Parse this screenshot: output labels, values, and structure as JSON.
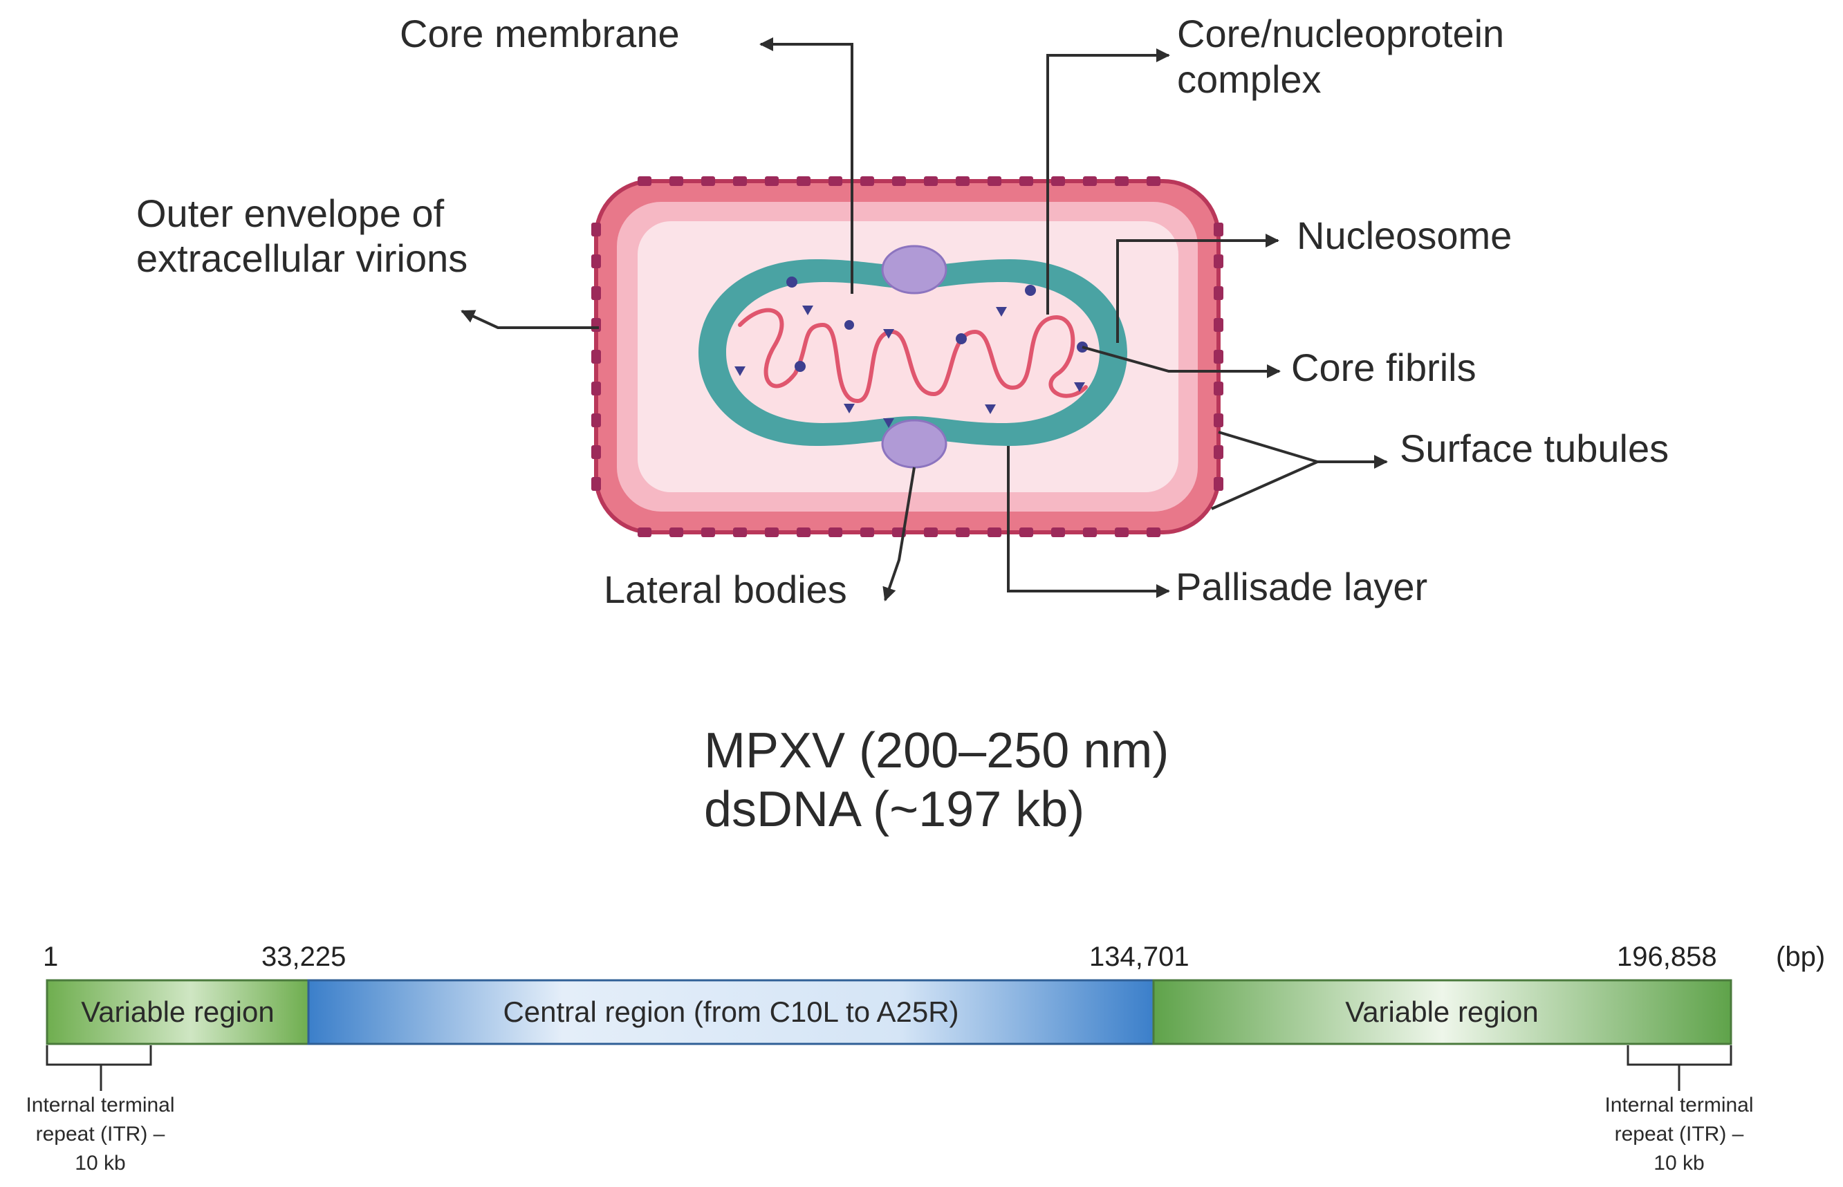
{
  "virion": {
    "labels": {
      "core_membrane": "Core membrane",
      "core_nucleoprotein_1": "Core/nucleoprotein",
      "core_nucleoprotein_2": "complex",
      "outer_envelope_1": "Outer envelope of",
      "outer_envelope_2": "extracellular virions",
      "nucleosome": "Nucleosome",
      "core_fibrils": "Core fibrils",
      "surface_tubules": "Surface tubules",
      "lateral_bodies": "Lateral bodies",
      "pallisade_layer": "Pallisade layer"
    },
    "colors": {
      "envelope_outer": "#e8788a",
      "envelope_mid": "#f6b8c4",
      "envelope_inner": "#fbe3e8",
      "tubule": "#9c2a5a",
      "palisade": "#4aa3a3",
      "core_fill": "#fcdfe4",
      "dna": "#e0566e",
      "lateral_body": "#b09ad6",
      "marker": "#3d3f8f"
    }
  },
  "caption": {
    "line1": "MPXV (200–250 nm)",
    "line2": "dsDNA (~197 kb)"
  },
  "genome": {
    "coords": {
      "start": "1",
      "c1": "33,225",
      "c2": "134,701",
      "end": "196,858",
      "unit": "(bp)"
    },
    "regions": {
      "left": "Variable region",
      "center": "Central region (from C10L to A25R)",
      "right": "Variable region"
    },
    "itr_left": {
      "l1": "Internal terminal",
      "l2": "repeat (ITR) –",
      "l3": "10 kb"
    },
    "itr_right": {
      "l1": "Internal terminal",
      "l2": "repeat (ITR) –",
      "l3": "10 kb"
    },
    "colors": {
      "variable": "#7ab85a",
      "central": "#3f82c9",
      "bar_border": "#3c6d3c"
    }
  }
}
